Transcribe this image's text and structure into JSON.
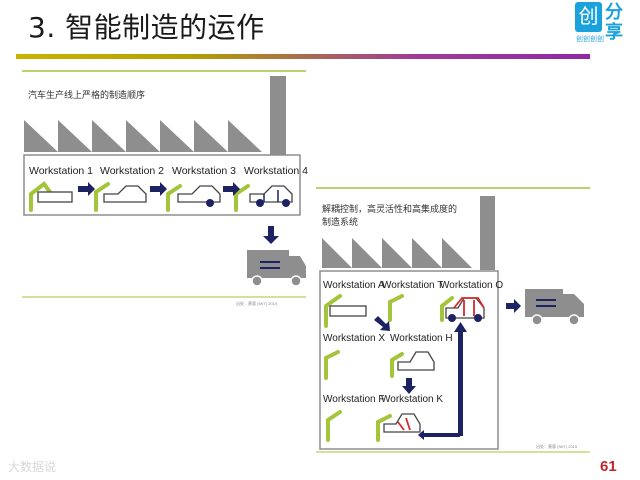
{
  "title": "3. 智能制造的运作",
  "logo": {
    "big": "创",
    "line1": "分",
    "line2": "享",
    "sub": "创创创创"
  },
  "page_number": "61",
  "watermark": "大数据说",
  "panel1": {
    "caption": "汽车生产线上严格的制造顺序",
    "stations": [
      "Workstation 1",
      "Workstation 2",
      "Workstation 3",
      "Workstation 4"
    ],
    "source": "出处：黄蓉 (IWT) 2015"
  },
  "panel2": {
    "caption_line1": "解耦控制，高灵活性和高集成度的",
    "caption_line2": "制造系统",
    "stations": [
      "Workstation A",
      "Workstation T",
      "Workstation O",
      "Workstation X",
      "Workstation H",
      "Workstation F",
      "Workstation K"
    ],
    "source": "出处：黄蓉 (IWT) 2015"
  },
  "colors": {
    "accent_green": "#a4c53b",
    "arrow_navy": "#1d2362",
    "car_red": "#d42b2b",
    "factory_gray": "#8a8a8a"
  }
}
